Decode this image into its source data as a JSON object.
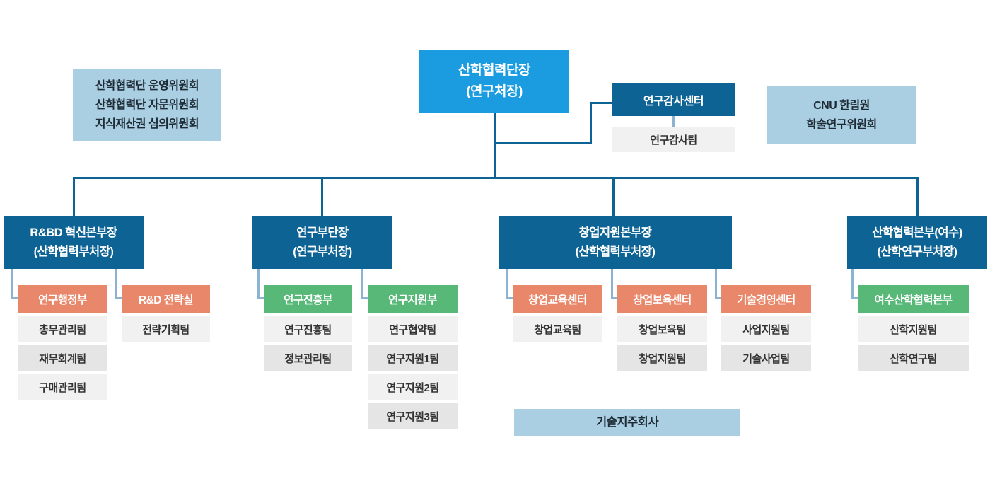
{
  "root": {
    "line1": "산학협력단장",
    "line2": "(연구처장)"
  },
  "committees": {
    "lines": [
      "산학협력단 운영위원회",
      "산학협력단 자문위원회",
      "지식재산권 심의위원회"
    ]
  },
  "audit": {
    "center": "연구감사센터",
    "team": "연구감사팀"
  },
  "cnu": {
    "line1": "CNU 한림원",
    "line2": "학술연구위원회"
  },
  "divisions": [
    {
      "line1": "R&BD 혁신본부장",
      "line2": "(산학협력부처장)"
    },
    {
      "line1": "연구부단장",
      "line2": "(연구부처장)"
    },
    {
      "line1": "창업지원본부장",
      "line2": "(산학협력부처장)"
    },
    {
      "line1": "산학협력본부(여수)",
      "line2": "(산학연구부처장)"
    }
  ],
  "departments": [
    {
      "label": "연구행정부",
      "color": "orange",
      "teams": [
        "총무관리팀",
        "재무회계팀",
        "구매관리팀"
      ]
    },
    {
      "label": "R&D 전략실",
      "color": "orange",
      "teams": [
        "전략기획팀"
      ]
    },
    {
      "label": "연구진흥부",
      "color": "green",
      "teams": [
        "연구진흥팀",
        "정보관리팀"
      ]
    },
    {
      "label": "연구지원부",
      "color": "green",
      "teams": [
        "연구협약팀",
        "연구지원1팀",
        "연구지원2팀",
        "연구지원3팀"
      ]
    },
    {
      "label": "창업교육센터",
      "color": "orange",
      "teams": [
        "창업교육팀"
      ]
    },
    {
      "label": "창업보육센터",
      "color": "orange",
      "teams": [
        "창업보육팀",
        "창업지원팀"
      ]
    },
    {
      "label": "기술경영센터",
      "color": "orange",
      "teams": [
        "사업지원팀",
        "기술사업팀"
      ]
    },
    {
      "label": "여수산학협력본부",
      "color": "green",
      "teams": [
        "산학지원팀",
        "산학연구팀"
      ]
    }
  ],
  "holding_company": {
    "label": "기술지주회사"
  },
  "colors": {
    "root_blue": "#1c9ce0",
    "dark_blue": "#0d6394",
    "light_blue_box": "#aacfe3",
    "connector_dark": "#0d6394",
    "connector_light": "#8cb4d2",
    "dept_orange": "#e9876a",
    "dept_green": "#57b878",
    "team_gray_light": "#f1f1f2",
    "team_gray_dark": "#e5e5e6"
  }
}
